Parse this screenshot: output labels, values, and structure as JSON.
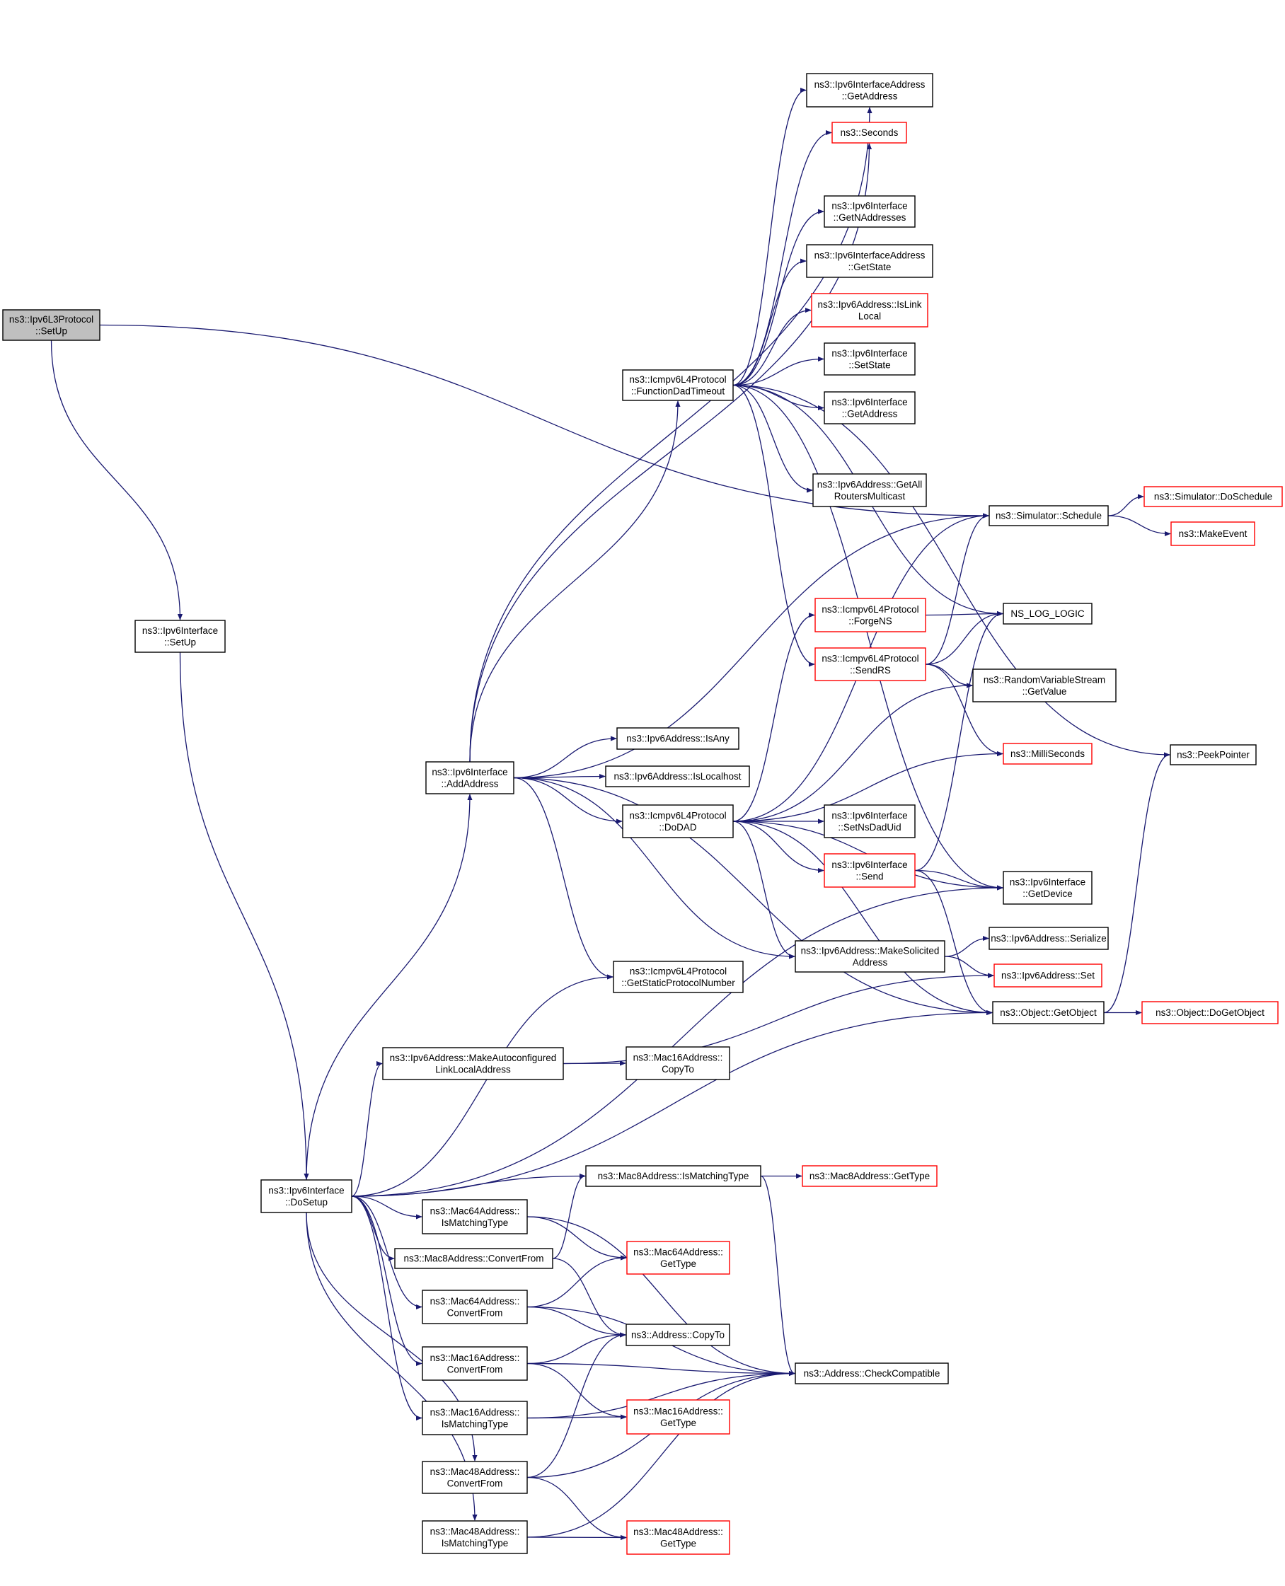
{
  "colors": {
    "edge": "#191970",
    "border_normal": "#000000",
    "border_truncated": "#ff0000",
    "fill_root": "#bfbfbf",
    "fill_normal": "#ffffff",
    "text": "#000000"
  },
  "nodes": [
    {
      "id": "root",
      "lines": [
        "ns3::Ipv6L3Protocol",
        "::SetUp"
      ],
      "style": "root"
    },
    {
      "id": "ifsetup",
      "lines": [
        "ns3::Ipv6Interface",
        "::SetUp"
      ],
      "style": "normal"
    },
    {
      "id": "dosetup",
      "lines": [
        "ns3::Ipv6Interface",
        "::DoSetup"
      ],
      "style": "normal"
    },
    {
      "id": "addaddr",
      "lines": [
        "ns3::Ipv6Interface",
        "::AddAddress"
      ],
      "style": "normal"
    },
    {
      "id": "fdad",
      "lines": [
        "ns3::Icmpv6L4Protocol",
        "::FunctionDadTimeout"
      ],
      "style": "normal"
    },
    {
      "id": "ifaddr_getaddr",
      "lines": [
        "ns3::Ipv6InterfaceAddress",
        "::GetAddress"
      ],
      "style": "normal"
    },
    {
      "id": "seconds",
      "lines": [
        "ns3::Seconds"
      ],
      "style": "truncated"
    },
    {
      "id": "getnaddr",
      "lines": [
        "ns3::Ipv6Interface",
        "::GetNAddresses"
      ],
      "style": "normal"
    },
    {
      "id": "ifaddr_getstate",
      "lines": [
        "ns3::Ipv6InterfaceAddress",
        "::GetState"
      ],
      "style": "normal"
    },
    {
      "id": "islinklocal",
      "lines": [
        "ns3::Ipv6Address::IsLink",
        "Local"
      ],
      "style": "truncated"
    },
    {
      "id": "setstate",
      "lines": [
        "ns3::Ipv6Interface",
        "::SetState"
      ],
      "style": "normal"
    },
    {
      "id": "if_getaddr",
      "lines": [
        "ns3::Ipv6Interface",
        "::GetAddress"
      ],
      "style": "normal"
    },
    {
      "id": "allrouters",
      "lines": [
        "ns3::Ipv6Address::GetAll",
        "RoutersMulticast"
      ],
      "style": "normal"
    },
    {
      "id": "schedule",
      "lines": [
        "ns3::Simulator::Schedule"
      ],
      "style": "normal"
    },
    {
      "id": "doschedule",
      "lines": [
        "ns3::Simulator::DoSchedule"
      ],
      "style": "truncated"
    },
    {
      "id": "makeevent",
      "lines": [
        "ns3::MakeEvent"
      ],
      "style": "truncated"
    },
    {
      "id": "forgens",
      "lines": [
        "ns3::Icmpv6L4Protocol",
        "::ForgeNS"
      ],
      "style": "truncated"
    },
    {
      "id": "sendrs",
      "lines": [
        "ns3::Icmpv6L4Protocol",
        "::SendRS"
      ],
      "style": "truncated"
    },
    {
      "id": "nslog",
      "lines": [
        "NS_LOG_LOGIC"
      ],
      "style": "normal"
    },
    {
      "id": "rvs",
      "lines": [
        "ns3::RandomVariableStream",
        "::GetValue"
      ],
      "style": "normal"
    },
    {
      "id": "millis",
      "lines": [
        "ns3::MilliSeconds"
      ],
      "style": "truncated"
    },
    {
      "id": "peek",
      "lines": [
        "ns3::PeekPointer"
      ],
      "style": "normal"
    },
    {
      "id": "isany",
      "lines": [
        "ns3::Ipv6Address::IsAny"
      ],
      "style": "normal"
    },
    {
      "id": "islocalhost",
      "lines": [
        "ns3::Ipv6Address::IsLocalhost"
      ],
      "style": "normal"
    },
    {
      "id": "dodad",
      "lines": [
        "ns3::Icmpv6L4Protocol",
        "::DoDAD"
      ],
      "style": "normal"
    },
    {
      "id": "setnsdad",
      "lines": [
        "ns3::Ipv6Interface",
        "::SetNsDadUid"
      ],
      "style": "normal"
    },
    {
      "id": "send",
      "lines": [
        "ns3::Ipv6Interface",
        "::Send"
      ],
      "style": "truncated"
    },
    {
      "id": "getdevice",
      "lines": [
        "ns3::Ipv6Interface",
        "::GetDevice"
      ],
      "style": "normal"
    },
    {
      "id": "makesol",
      "lines": [
        "ns3::Ipv6Address::MakeSolicited",
        "Address"
      ],
      "style": "normal"
    },
    {
      "id": "serialize",
      "lines": [
        "ns3::Ipv6Address::Serialize"
      ],
      "style": "normal"
    },
    {
      "id": "ipv6set",
      "lines": [
        "ns3::Ipv6Address::Set"
      ],
      "style": "truncated"
    },
    {
      "id": "getstatic",
      "lines": [
        "ns3::Icmpv6L4Protocol",
        "::GetStaticProtocolNumber"
      ],
      "style": "normal"
    },
    {
      "id": "getobject",
      "lines": [
        "ns3::Object::GetObject"
      ],
      "style": "normal"
    },
    {
      "id": "dogetobject",
      "lines": [
        "ns3::Object::DoGetObject"
      ],
      "style": "truncated"
    },
    {
      "id": "makeauto",
      "lines": [
        "ns3::Ipv6Address::MakeAutoconfigured",
        "LinkLocalAddress"
      ],
      "style": "normal"
    },
    {
      "id": "m16copy",
      "lines": [
        "ns3::Mac16Address::",
        "CopyTo"
      ],
      "style": "normal"
    },
    {
      "id": "m8ismatch",
      "lines": [
        "ns3::Mac8Address::IsMatchingType"
      ],
      "style": "normal"
    },
    {
      "id": "m8gettype",
      "lines": [
        "ns3::Mac8Address::GetType"
      ],
      "style": "truncated"
    },
    {
      "id": "m64ismatch",
      "lines": [
        "ns3::Mac64Address::",
        "IsMatchingType"
      ],
      "style": "normal"
    },
    {
      "id": "m8convert",
      "lines": [
        "ns3::Mac8Address::ConvertFrom"
      ],
      "style": "normal"
    },
    {
      "id": "m64gettype",
      "lines": [
        "ns3::Mac64Address::",
        "GetType"
      ],
      "style": "truncated"
    },
    {
      "id": "m64convert",
      "lines": [
        "ns3::Mac64Address::",
        "ConvertFrom"
      ],
      "style": "normal"
    },
    {
      "id": "addrcopy",
      "lines": [
        "ns3::Address::CopyTo"
      ],
      "style": "normal"
    },
    {
      "id": "m16convert",
      "lines": [
        "ns3::Mac16Address::",
        "ConvertFrom"
      ],
      "style": "normal"
    },
    {
      "id": "checkcompat",
      "lines": [
        "ns3::Address::CheckCompatible"
      ],
      "style": "normal"
    },
    {
      "id": "m16ismatch",
      "lines": [
        "ns3::Mac16Address::",
        "IsMatchingType"
      ],
      "style": "normal"
    },
    {
      "id": "m16gettype",
      "lines": [
        "ns3::Mac16Address::",
        "GetType"
      ],
      "style": "truncated"
    },
    {
      "id": "m48convert",
      "lines": [
        "ns3::Mac48Address::",
        "ConvertFrom"
      ],
      "style": "normal"
    },
    {
      "id": "m48ismatch",
      "lines": [
        "ns3::Mac48Address::",
        "IsMatchingType"
      ],
      "style": "normal"
    },
    {
      "id": "m48gettype",
      "lines": [
        "ns3::Mac48Address::",
        "GetType"
      ],
      "style": "truncated"
    }
  ],
  "edges": [
    [
      "root",
      "ifsetup"
    ],
    [
      "root",
      "schedule"
    ],
    [
      "ifsetup",
      "dosetup"
    ],
    [
      "dosetup",
      "addaddr"
    ],
    [
      "dosetup",
      "getstatic"
    ],
    [
      "dosetup",
      "makeauto"
    ],
    [
      "dosetup",
      "getdevice"
    ],
    [
      "dosetup",
      "getobject"
    ],
    [
      "dosetup",
      "m8ismatch"
    ],
    [
      "dosetup",
      "m64ismatch"
    ],
    [
      "dosetup",
      "m8convert"
    ],
    [
      "dosetup",
      "m64convert"
    ],
    [
      "dosetup",
      "m16convert"
    ],
    [
      "dosetup",
      "m16ismatch"
    ],
    [
      "dosetup",
      "m48convert"
    ],
    [
      "dosetup",
      "m48ismatch"
    ],
    [
      "addaddr",
      "ifaddr_getaddr"
    ],
    [
      "addaddr",
      "seconds"
    ],
    [
      "addaddr",
      "fdad"
    ],
    [
      "addaddr",
      "isany"
    ],
    [
      "addaddr",
      "islocalhost"
    ],
    [
      "addaddr",
      "dodad"
    ],
    [
      "addaddr",
      "makesol"
    ],
    [
      "addaddr",
      "getstatic"
    ],
    [
      "addaddr",
      "getobject"
    ],
    [
      "addaddr",
      "schedule"
    ],
    [
      "fdad",
      "ifaddr_getaddr"
    ],
    [
      "fdad",
      "seconds"
    ],
    [
      "fdad",
      "getnaddr"
    ],
    [
      "fdad",
      "ifaddr_getstate"
    ],
    [
      "fdad",
      "islinklocal"
    ],
    [
      "fdad",
      "setstate"
    ],
    [
      "fdad",
      "if_getaddr"
    ],
    [
      "fdad",
      "allrouters"
    ],
    [
      "fdad",
      "nslog"
    ],
    [
      "fdad",
      "sendrs"
    ],
    [
      "fdad",
      "getdevice"
    ],
    [
      "fdad",
      "peek"
    ],
    [
      "schedule",
      "doschedule"
    ],
    [
      "schedule",
      "makeevent"
    ],
    [
      "forgens",
      "nslog"
    ],
    [
      "sendrs",
      "nslog"
    ],
    [
      "sendrs",
      "schedule"
    ],
    [
      "sendrs",
      "rvs"
    ],
    [
      "sendrs",
      "millis"
    ],
    [
      "dodad",
      "schedule"
    ],
    [
      "dodad",
      "forgens"
    ],
    [
      "dodad",
      "rvs"
    ],
    [
      "dodad",
      "millis"
    ],
    [
      "dodad",
      "setnsdad"
    ],
    [
      "dodad",
      "send"
    ],
    [
      "dodad",
      "getdevice"
    ],
    [
      "dodad",
      "makesol"
    ],
    [
      "dodad",
      "getobject"
    ],
    [
      "send",
      "nslog"
    ],
    [
      "send",
      "getdevice"
    ],
    [
      "send",
      "getobject"
    ],
    [
      "makesol",
      "serialize"
    ],
    [
      "makesol",
      "ipv6set"
    ],
    [
      "getobject",
      "peek"
    ],
    [
      "getobject",
      "dogetobject"
    ],
    [
      "makeauto",
      "ipv6set"
    ],
    [
      "makeauto",
      "m16copy"
    ],
    [
      "m8ismatch",
      "m8gettype"
    ],
    [
      "m8ismatch",
      "checkcompat"
    ],
    [
      "m64ismatch",
      "m64gettype"
    ],
    [
      "m64ismatch",
      "checkcompat"
    ],
    [
      "m8convert",
      "m8ismatch"
    ],
    [
      "m8convert",
      "addrcopy"
    ],
    [
      "m64convert",
      "m64gettype"
    ],
    [
      "m64convert",
      "addrcopy"
    ],
    [
      "m64convert",
      "checkcompat"
    ],
    [
      "m16convert",
      "addrcopy"
    ],
    [
      "m16convert",
      "checkcompat"
    ],
    [
      "m16convert",
      "m16gettype"
    ],
    [
      "m16ismatch",
      "m16gettype"
    ],
    [
      "m16ismatch",
      "checkcompat"
    ],
    [
      "m48convert",
      "addrcopy"
    ],
    [
      "m48convert",
      "checkcompat"
    ],
    [
      "m48convert",
      "m48gettype"
    ],
    [
      "m48ismatch",
      "m48gettype"
    ],
    [
      "m48ismatch",
      "checkcompat"
    ]
  ]
}
